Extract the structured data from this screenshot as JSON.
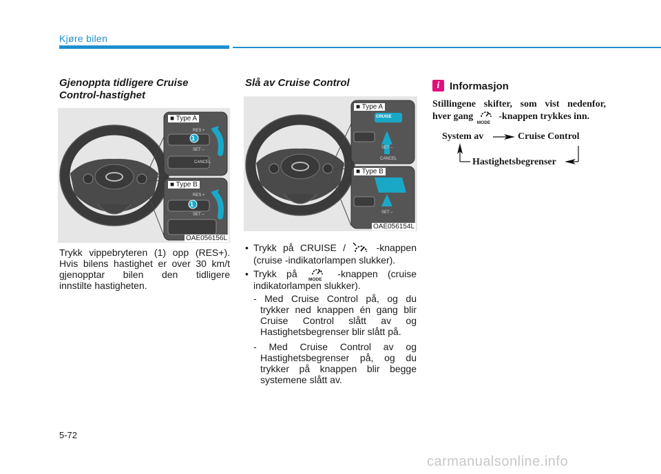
{
  "header": {
    "section_title": "Kjøre bilen"
  },
  "left": {
    "heading_lines": [
      "Gjenoppta tidligere Cruise",
      "Control-hastighet"
    ],
    "figure": {
      "type_a": "■ Type A",
      "type_b": "■ Type B",
      "code": "OAE056156L",
      "label_res": "RES +",
      "label_set": "SET –",
      "label_cancel": "CANCEL",
      "callout": "1"
    },
    "body_lines": [
      "Trykk vippebryteren (1) opp (RES+).",
      "Hvis bilens hastighet er over 30  km/t",
      "gjenopptar bilen den tidligere",
      "innstilte hastigheten."
    ]
  },
  "middle": {
    "heading": "Slå av Cruise Control",
    "figure": {
      "type_a": "■ Type A",
      "type_b": "■ Type B",
      "code": "OAE056154L",
      "label_cruise": "CRUISE",
      "label_set": "SET –",
      "label_cancel": "CANCEL"
    },
    "bullet1": {
      "pre": "Trykk på CRUISE /",
      "post": "-knappen",
      "line2": "(cruise -indikatorlampen slukker)."
    },
    "bullet2": {
      "pre": "Trykk på",
      "post": "-knappen (cruise",
      "line2": "indikatorlampen slukker).",
      "mode_label": "MODE"
    },
    "sub1": [
      "- Med Cruise Control på, og du",
      "trykker ned knappen én gang blir",
      "Cruise Control slått av og",
      "Hastighetsbegrenser blir slått på."
    ],
    "sub2": [
      "- Med Cruise Control av og",
      "Hastighetsbegrenser på, og du",
      "trykker på knappen blir begge",
      "systemene slått av."
    ]
  },
  "right": {
    "info_title": "Informasjon",
    "info_badge": "i",
    "info_line1": "Stillingene skifter, som vist nedenfor,",
    "info_line2_pre": "hver gang",
    "info_line2_post": "-knappen trykkes inn.",
    "mode_label": "MODE",
    "diagram": {
      "system_off": "System av",
      "cruise_control": "Cruise Control",
      "speed_limiter": "Hastighetsbegrenser"
    }
  },
  "footer": {
    "page_number": "5-72",
    "watermark": "carmanualsonline.info"
  },
  "colors": {
    "accent": "#1e8fd0",
    "info_badge": "#e0107a",
    "figure_bg": "#e6e6e6",
    "highlight": "#1aa8c8"
  }
}
